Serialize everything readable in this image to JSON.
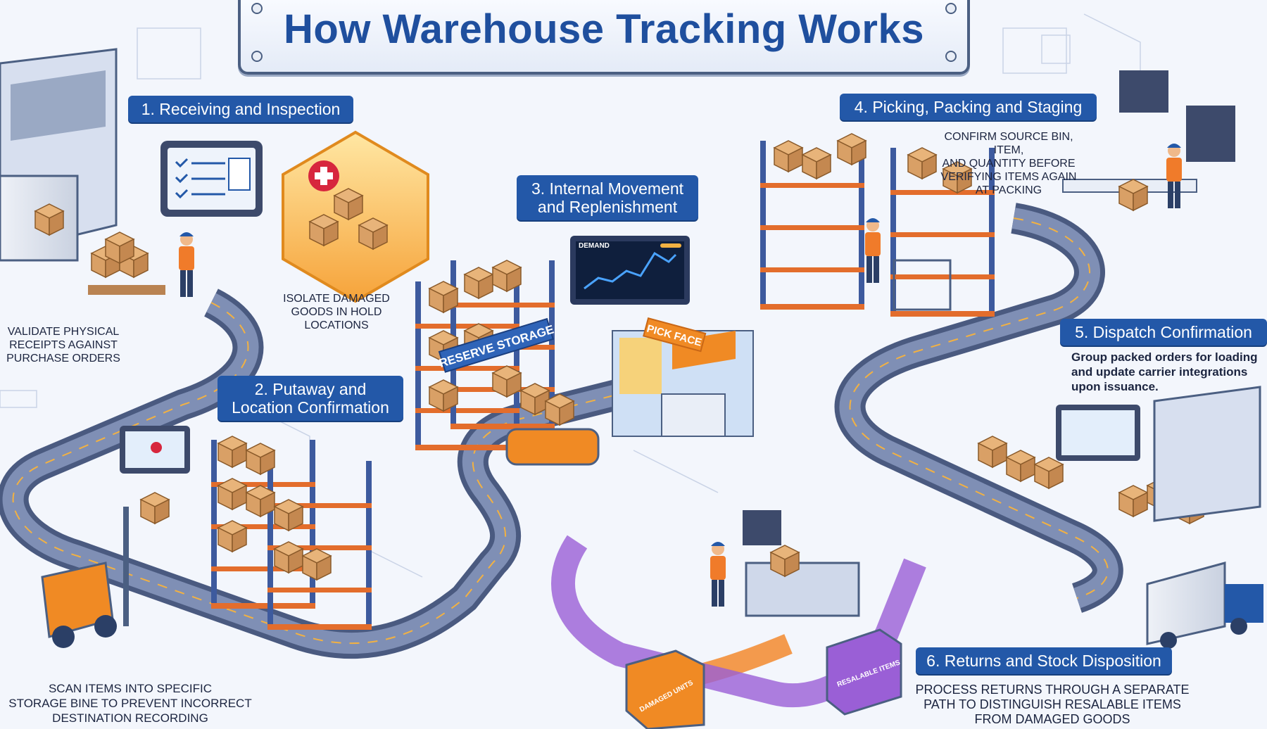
{
  "title": "How Warehouse Tracking Works",
  "steps": [
    {
      "label": "1. Receiving and Inspection",
      "caption": [
        "VALIDATE PHYSICAL",
        "RECEIPTS AGAINST",
        "PURCHASE ORDERS"
      ]
    },
    {
      "label": [
        "2. Putaway and",
        "Location Confirmation"
      ],
      "caption": [
        "SCAN ITEMS INTO SPECIFIC",
        "STORAGE BINE TO PREVENT INCORRECT",
        "DESTINATION RECORDING"
      ]
    },
    {
      "label": [
        "3. Internal Movement",
        "and Replenishment"
      ]
    },
    {
      "label": "4. Picking, Packing and Staging",
      "caption": [
        "CONFIRM SOURCE BIN, ITEM,",
        "AND QUANTITY BEFORE",
        "VERIFYING ITEMS AGAIN",
        "AT PACKING"
      ]
    },
    {
      "label": "5. Dispatch Confirmation",
      "caption": [
        "Group packed orders for loading",
        "and update carrier integrations",
        "upon issuance."
      ]
    },
    {
      "label": "6. Returns and Stock Disposition",
      "caption": [
        "PROCESS RETURNS THROUGH A SEPARATE",
        "PATH TO DISTINGUISH RESALABLE ITEMS",
        "FROM DAMAGED GOODS"
      ]
    }
  ],
  "hold_caption": [
    "ISOLATE DAMAGED",
    "GOODS IN HOLD",
    "LOCATIONS"
  ],
  "signs": {
    "reserve_storage": "RESERVE STORAGE",
    "pick_face": "PICK FACE",
    "demand": "DEMAND",
    "damaged_bin": "DAMAGED UNITS",
    "resalable_bin": "RESALABLE ITEMS"
  },
  "colors": {
    "title": "#1f4f9e",
    "label_bg": "#2358a8",
    "conveyor": "#4a5a80",
    "return_path": "#9a5fd6",
    "damaged_path": "#f28a2e",
    "box": "#d9a066"
  }
}
